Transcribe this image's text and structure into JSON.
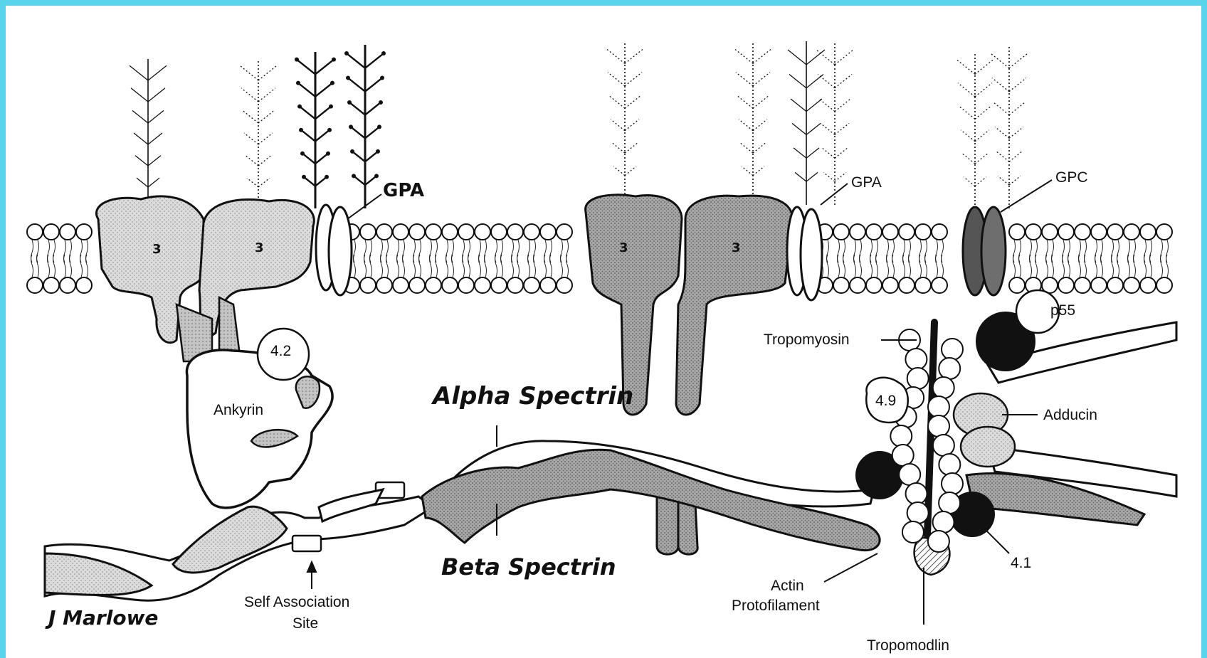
{
  "colors": {
    "border": "#5ad3ec",
    "background": "#ffffff",
    "ink": "#111111",
    "stipple_light": "#d9d9d9",
    "stipple_mid": "#b8b8b8",
    "stipple_dark": "#8c8c8c"
  },
  "labels": {
    "gpa_left": "GPA",
    "gpa_right": "GPA",
    "gpc": "GPC",
    "band3": "3",
    "p55": "p55",
    "protein_4_2": "4.2",
    "protein_4_9": "4.9",
    "protein_4_1": "4.1",
    "ankyrin": "Ankyrin",
    "tropomyosin": "Tropomyosin",
    "adducin": "Adducin",
    "alpha_spectrin": "Alpha Spectrin",
    "beta_spectrin": "Beta Spectrin",
    "self_association_line1": "Self Association",
    "self_association_line2": "Site",
    "actin_line1": "Actin",
    "actin_line2": "Protofilament",
    "tropomodulin": "Tropomodlin",
    "signature": "J Marlowe"
  }
}
